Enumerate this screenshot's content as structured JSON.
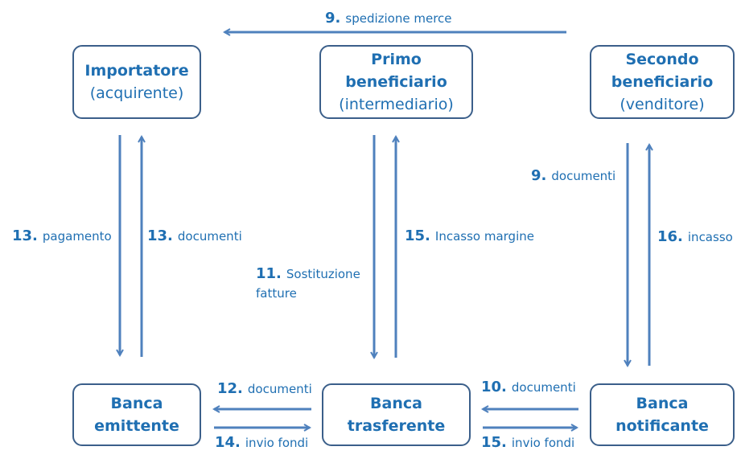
{
  "boxes": {
    "importer": {
      "title": "Importatore",
      "subtitle": "(acquirente)"
    },
    "first_beneficiary": {
      "title_line1": "Primo",
      "title_line2": "beneficiario",
      "subtitle": "(intermediario)"
    },
    "second_beneficiary": {
      "title_line1": "Secondo",
      "title_line2": "beneficiario",
      "subtitle": "(venditore)"
    },
    "issuing_bank": {
      "line1": "Banca",
      "line2": "emittente"
    },
    "transferring_bank": {
      "line1": "Banca",
      "line2": "trasferente"
    },
    "notifying_bank": {
      "line1": "Banca",
      "line2": "notificante"
    }
  },
  "flows": {
    "goods_shipment": {
      "num": "9.",
      "text": "spedizione merce"
    },
    "documents_seller_to_notifying": {
      "num": "9.",
      "text": "documenti"
    },
    "payment_importer": {
      "num": "13.",
      "text": "pagamento"
    },
    "documents_to_importer": {
      "num": "13.",
      "text": "documenti"
    },
    "invoice_substitution": {
      "num": "11.",
      "text_line1": "Sostituzione",
      "text_line2": "fatture"
    },
    "margin_collection": {
      "num": "15.",
      "text": "Incasso margine"
    },
    "collection_seller": {
      "num": "16.",
      "text": "incasso"
    },
    "documents_to_issuing": {
      "num": "12.",
      "text": "documenti"
    },
    "funds_to_transferring": {
      "num": "14.",
      "text": "invio fondi"
    },
    "documents_to_transferring": {
      "num": "10.",
      "text": "documenti"
    },
    "funds_to_notifying": {
      "num": "15.",
      "text": "invio fondi"
    }
  },
  "colors": {
    "arrow": "#4f81bd",
    "box_border": "#3b5f8a",
    "text": "#1f6fb2"
  }
}
